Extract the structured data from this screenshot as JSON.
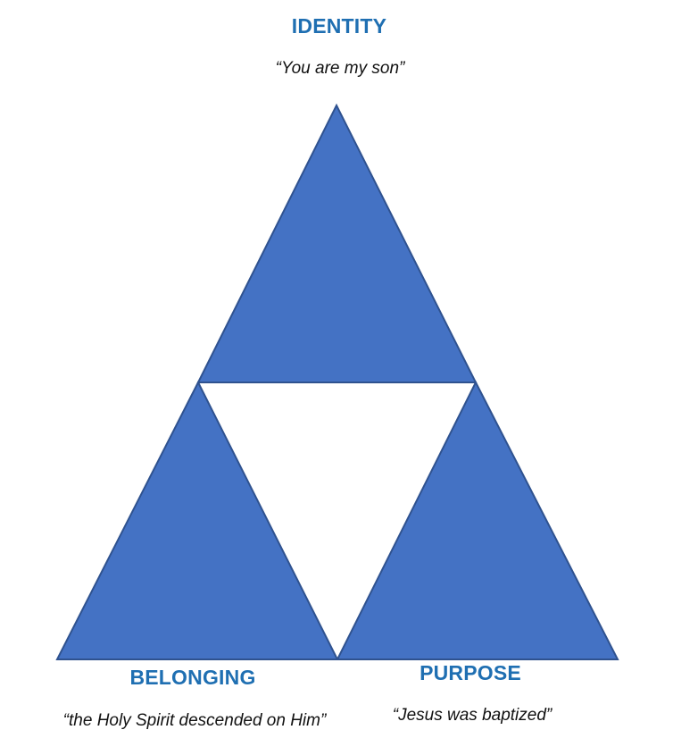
{
  "colors": {
    "triangle_fill": "#4472c4",
    "triangle_stroke": "#2f528f",
    "heading": "#1f6fb2",
    "quote": "#111111",
    "background": "#ffffff"
  },
  "identity": {
    "heading": "IDENTITY",
    "quote": "“You are my son”"
  },
  "belonging": {
    "heading": "BELONGING",
    "quote": "“the Holy Spirit descended on Him”"
  },
  "purpose": {
    "heading": "PURPOSE",
    "quote": "“Jesus was baptized”"
  }
}
